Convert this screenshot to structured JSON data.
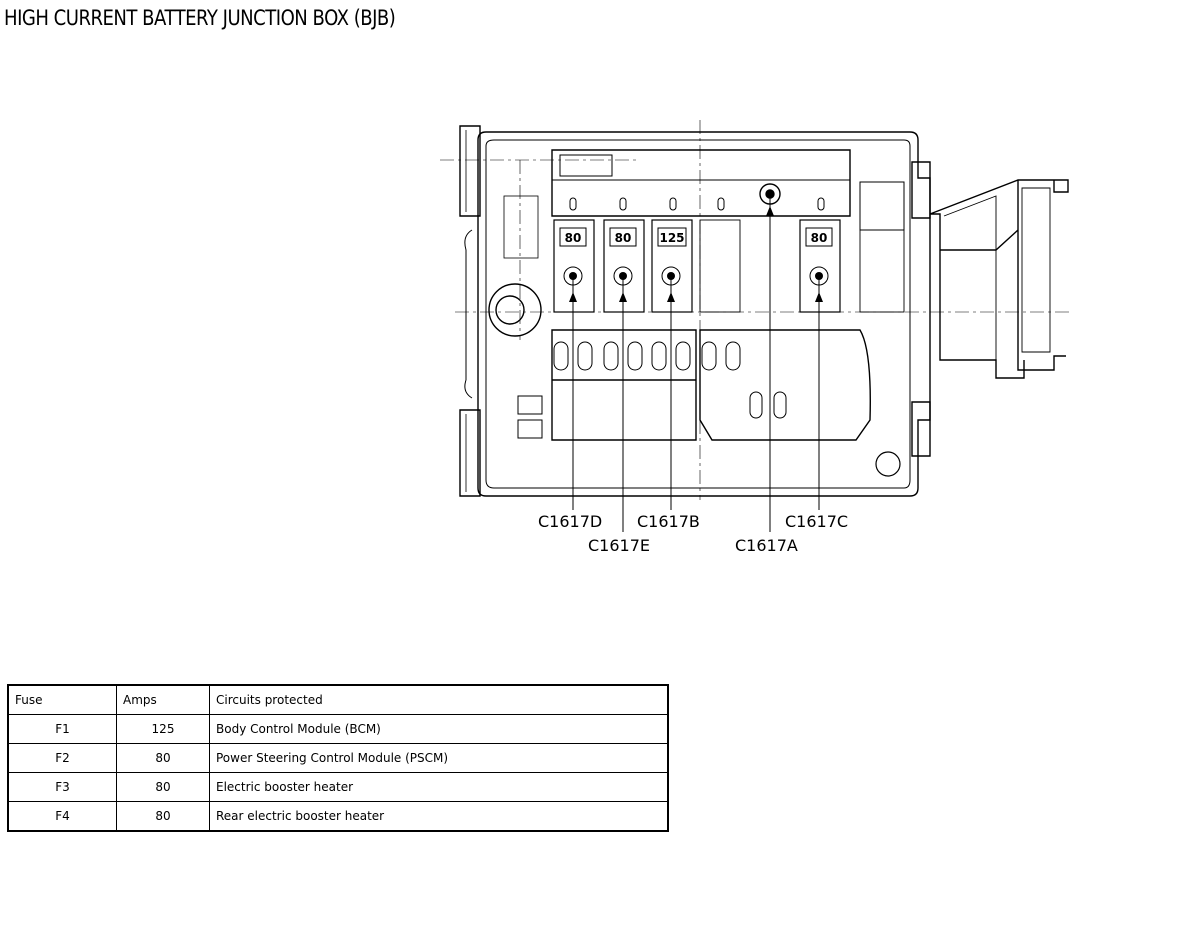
{
  "title": "HIGH CURRENT BATTERY JUNCTION BOX (BJB)",
  "fuse_amp_labels": [
    "80",
    "80",
    "125",
    "80"
  ],
  "connectors": {
    "c1617d": "C1617D",
    "c1617e": "C1617E",
    "c1617b": "C1617B",
    "c1617a": "C1617A",
    "c1617c": "C1617C"
  },
  "table": {
    "headers": {
      "fuse": "Fuse",
      "amps": "Amps",
      "circuits": "Circuits protected"
    },
    "rows": [
      {
        "fuse": "F1",
        "amps": "125",
        "circuit": "Body Control Module (BCM)"
      },
      {
        "fuse": "F2",
        "amps": "80",
        "circuit": "Power Steering Control Module (PSCM)"
      },
      {
        "fuse": "F3",
        "amps": "80",
        "circuit": "Electric booster heater"
      },
      {
        "fuse": "F4",
        "amps": "80",
        "circuit": "Rear electric booster heater"
      }
    ]
  }
}
